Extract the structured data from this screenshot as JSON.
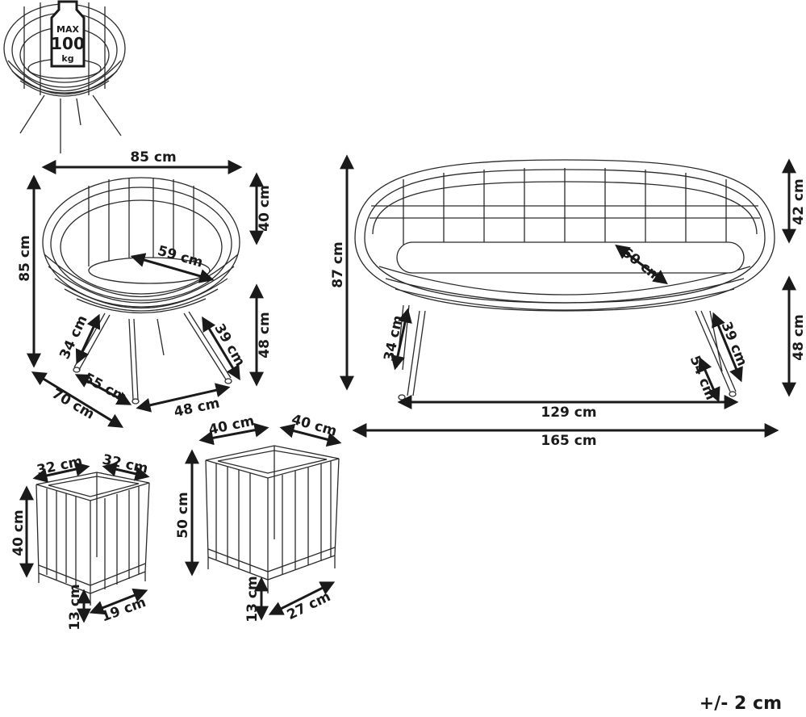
{
  "weight_badge": {
    "line1": "MAX",
    "line2": "100",
    "line3": "kg"
  },
  "chair": {
    "width": "85 cm",
    "height": "85 cm",
    "back_height": "40 cm",
    "seat_height": "48 cm",
    "seat_depth": "59 cm",
    "leg_left": "34 cm",
    "leg_right": "39 cm",
    "leg_spread_depth": "55 cm",
    "leg_spread_width": "48 cm",
    "depth": "70 cm"
  },
  "sofa": {
    "height": "87 cm",
    "back_height": "42 cm",
    "seat_height": "48 cm",
    "seat_depth": "60 cm",
    "leg_left": "34 cm",
    "leg_right": "39 cm",
    "leg_spread": "54 cm",
    "leg_base": "129 cm",
    "width": "165 cm"
  },
  "small_stool": {
    "top_width": "32 cm",
    "top_depth": "32 cm",
    "height": "40 cm",
    "leg": "13 cm",
    "base": "19 cm"
  },
  "large_stool": {
    "top_width": "40 cm",
    "top_depth": "40 cm",
    "height": "50 cm",
    "leg": "13 cm",
    "base": "27 cm"
  },
  "tolerance": "+/- 2 cm"
}
